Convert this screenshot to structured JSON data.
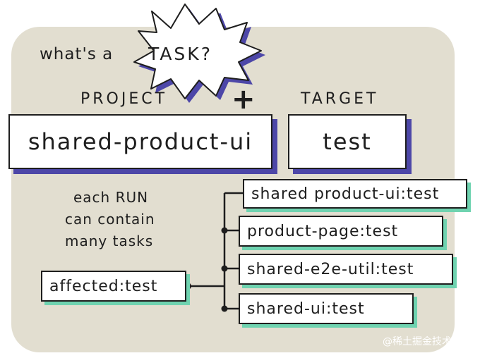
{
  "heading": {
    "prefix": "what's a",
    "emphasis": "TASK?"
  },
  "labels": {
    "project": "PROJECT",
    "plus": "+",
    "target": "TARGET"
  },
  "boxes": {
    "project_value": "shared-product-ui",
    "target_value": "test"
  },
  "note": [
    "each RUN",
    "can contain",
    "many tasks"
  ],
  "run": "affected:test",
  "tasks": [
    "shared product-ui:test",
    "product-page:test",
    "shared-e2e-util:test",
    "shared-ui:test"
  ],
  "watermark": "@稀土掘金技术社区",
  "colors": {
    "panel": "#e2ded0",
    "purple": "#4d47a8",
    "mint": "#6fd3b0",
    "ink": "#1e1e1e"
  }
}
